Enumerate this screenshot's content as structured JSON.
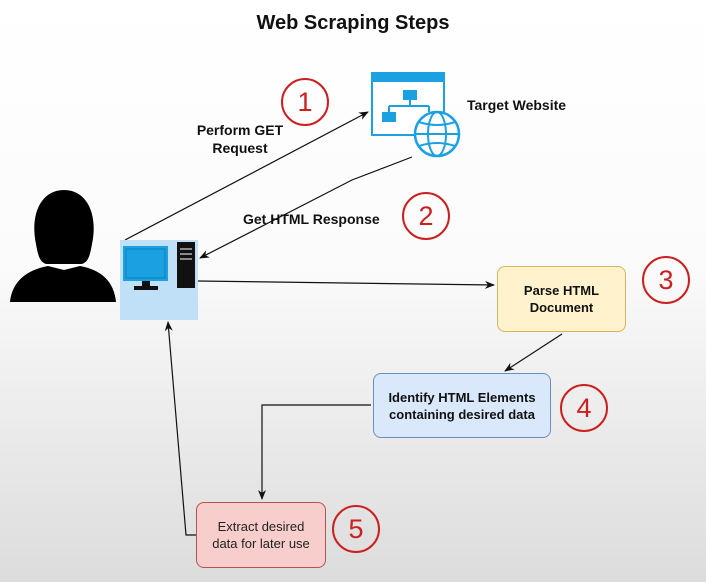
{
  "title": "Web Scraping Steps",
  "labels": {
    "target_website": "Target Website",
    "perform_get": "Perform GET\nRequest",
    "get_html_response": "Get HTML Response"
  },
  "boxes": {
    "parse": "Parse HTML\nDocument",
    "identify": "Identify HTML Elements\ncontaining desired data",
    "extract": "Extract desired\ndata for later use"
  },
  "step_numbers": [
    "1",
    "2",
    "3",
    "4",
    "5"
  ],
  "icons": {
    "user": "user-silhouette-icon",
    "computer": "desktop-computer-icon",
    "website": "website-sitemap-globe-icon"
  },
  "colors": {
    "parse_fill": "#fff2cc",
    "identify_fill": "#dae8fc",
    "extract_fill": "#f8cecc",
    "step_circle": "#cc1f1f",
    "icon_blue": "#1ba1e2"
  }
}
